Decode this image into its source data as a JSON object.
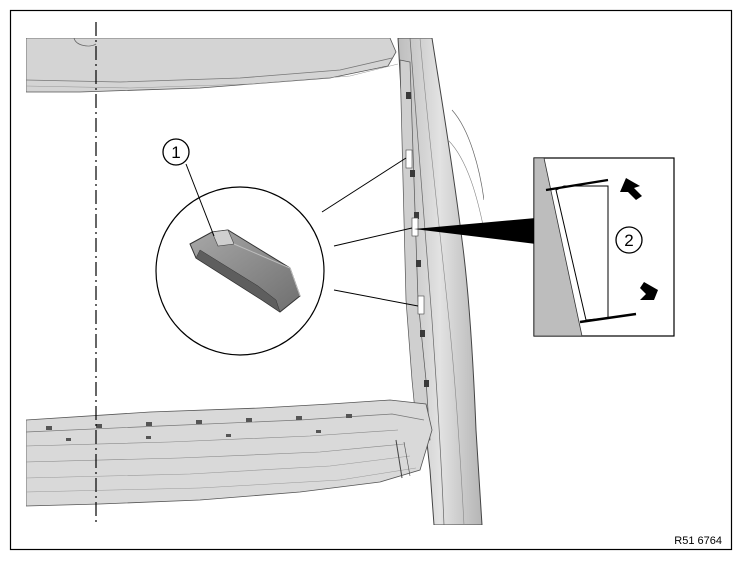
{
  "figure": {
    "reference_code": "R51 6764",
    "callouts": [
      {
        "number": "1",
        "target": "adhesive-pad"
      },
      {
        "number": "2",
        "target": "pad-spacing"
      }
    ],
    "colors": {
      "body_light": "#d7d7d7",
      "body_mid": "#c2c2c2",
      "body_dark": "#8f8f8f",
      "pad": "#8c8c8c",
      "line": "#1a1a1a",
      "background": "#ffffff"
    }
  }
}
